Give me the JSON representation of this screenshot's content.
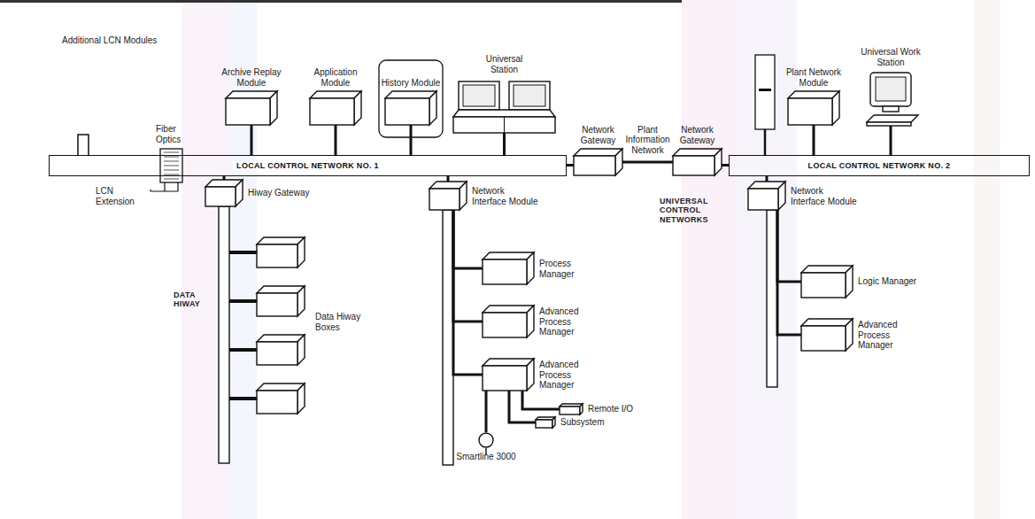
{
  "diagram": {
    "nodes": [
      {
        "text": [
          "LOCAL CONTROL NETWORK NO. 1"
        ]
      },
      {
        "text": [
          "Archive Replay Module"
        ]
      },
      {
        "text": [
          "Application Module"
        ]
      },
      {
        "text": [
          "History Module"
        ]
      },
      {
        "text": [
          "Universal Station"
        ]
      },
      {
        "text": [
          "Network Gateway"
        ]
      },
      {
        "text": [
          "Network Gateway"
        ]
      },
      {
        "text": [
          "LOCAL CONTROL NETWORK NO. 2"
        ]
      },
      {
        "text": [
          "Plant Network Module"
        ]
      },
      {
        "text": [
          "Universal Work Station"
        ]
      },
      {
        "text": [
          "Hiway Gateway"
        ]
      },
      {
        "text": [
          "Network Interface Module"
        ]
      },
      {
        "text": [
          "Process Manager"
        ]
      },
      {
        "text": [
          "Advanced Process Manager"
        ]
      },
      {
        "text": [
          "Advanced Process Manager"
        ]
      },
      {
        "text": [
          "Remote I/O"
        ]
      },
      {
        "text": [
          "Subsystem"
        ]
      },
      {
        "text": [
          "Smartline 3000"
        ]
      },
      {
        "text": [
          "Network Interface Module"
        ]
      },
      {
        "text": [
          "Logic Manager"
        ]
      },
      {
        "text": [
          "Advanced Process Manager"
        ]
      }
    ],
    "edges": [
      {
        "from": 1,
        "to": 0,
        "arrow": "none"
      },
      {
        "from": 2,
        "to": 0,
        "arrow": "none"
      },
      {
        "from": 3,
        "to": 0,
        "arrow": "none"
      },
      {
        "from": 4,
        "to": 0,
        "arrow": "none"
      },
      {
        "from": 0,
        "to": 5,
        "arrow": "none"
      },
      {
        "from": 5,
        "to": 6,
        "label": "Plant Information Network",
        "arrow": "none"
      },
      {
        "from": 6,
        "to": 7,
        "arrow": "none"
      },
      {
        "from": 8,
        "to": 7,
        "arrow": "none"
      },
      {
        "from": 9,
        "to": 7,
        "arrow": "none"
      },
      {
        "from": 0,
        "to": 10,
        "arrow": "none"
      },
      {
        "from": 0,
        "to": 11,
        "arrow": "none"
      },
      {
        "from": 7,
        "to": 18,
        "arrow": "none"
      },
      {
        "from": 11,
        "to": 12,
        "arrow": "none"
      },
      {
        "from": 11,
        "to": 13,
        "arrow": "none"
      },
      {
        "from": 11,
        "to": 14,
        "arrow": "none"
      },
      {
        "from": 14,
        "to": 15,
        "arrow": "none"
      },
      {
        "from": 14,
        "to": 16,
        "arrow": "none"
      },
      {
        "from": 14,
        "to": 17,
        "arrow": "none"
      },
      {
        "from": 18,
        "to": 19,
        "arrow": "none"
      },
      {
        "from": 18,
        "to": 20,
        "arrow": "none"
      }
    ],
    "labels": [
      "Additional LCN Modules",
      "Fiber Optics",
      "LCN Extension",
      "DATA HIWAY",
      "Data Hiway Boxes",
      "UNIVERSAL CONTROL NETWORKS"
    ]
  }
}
